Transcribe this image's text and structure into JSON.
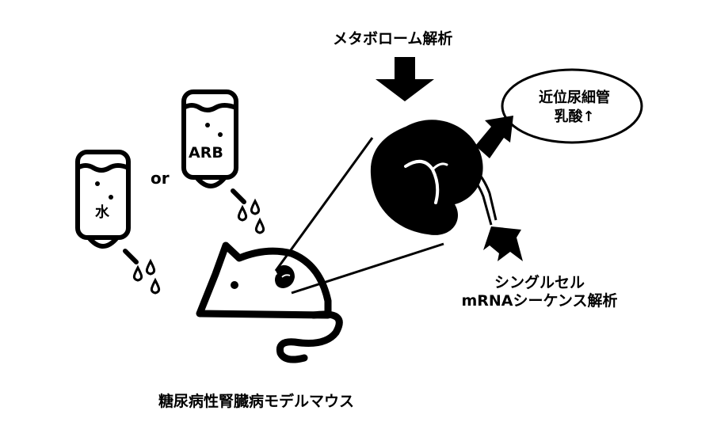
{
  "labels": {
    "metabolome": "メタボローム解析",
    "singlecell_line1": "シングルセル",
    "singlecell_line2": "mRNAシーケンス解析",
    "model": "糖尿病性腎臓病モデルマウス",
    "or": "or",
    "water": "水",
    "arb": "ARB",
    "result_line1": "近位尿細管",
    "result_line2": "乳酸↑"
  },
  "colors": {
    "ink": "#000000",
    "background": "#ffffff"
  }
}
